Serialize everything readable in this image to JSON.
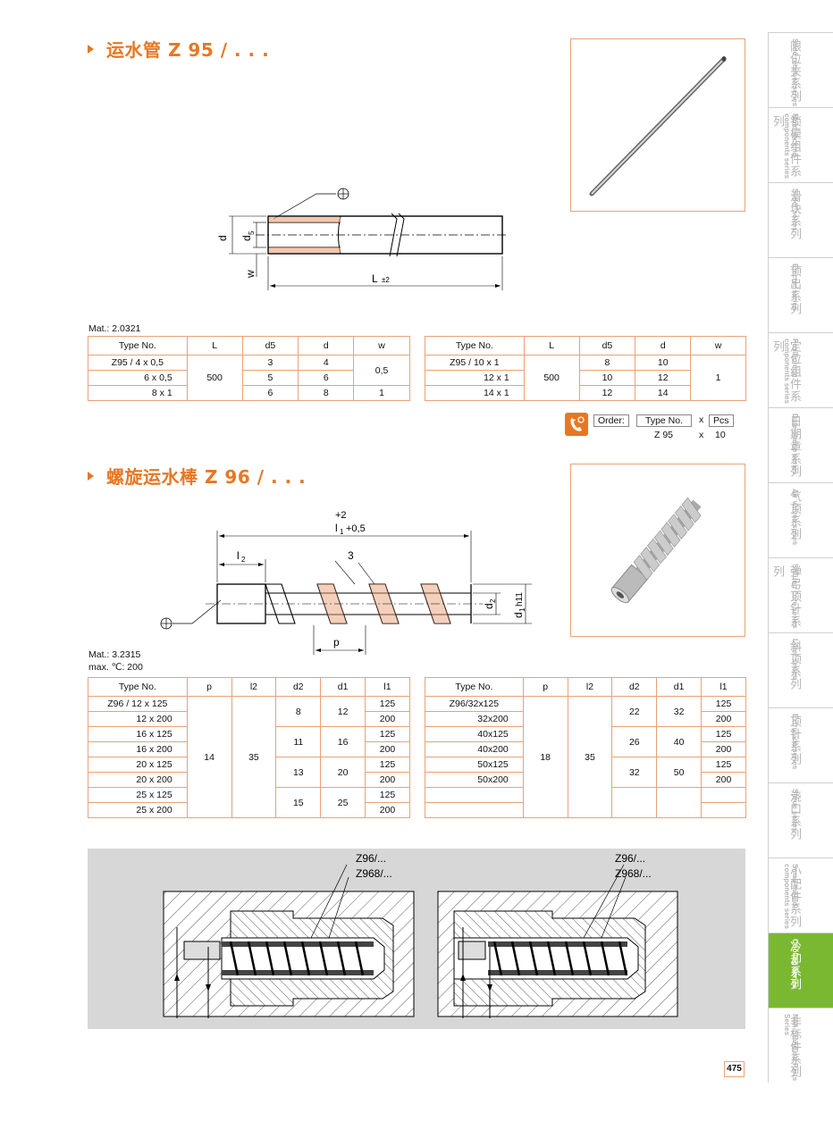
{
  "section1": {
    "title": "运水管 Z 95 / . . .",
    "material": "Mat.: 2.0321"
  },
  "drawing1": {
    "d": "d",
    "d5": "d",
    "d5_sub": "5",
    "w": "w",
    "L": "L",
    "L_tol": "±2"
  },
  "table1_left": {
    "headers": [
      "Type No.",
      "L",
      "d5",
      "d",
      "w"
    ],
    "rows": [
      {
        "type": "Z95 / 4 x 0,5",
        "d5": "3",
        "d": "4"
      },
      {
        "type": "6 x 0,5",
        "d5": "5",
        "d": "6"
      },
      {
        "type": "8 x  1",
        "d5": "6",
        "d": "8",
        "w": "1"
      }
    ],
    "L": "500",
    "w_merged": "0,5"
  },
  "table1_right": {
    "headers": [
      "Type No.",
      "L",
      "d5",
      "d",
      "w"
    ],
    "rows": [
      {
        "type": "Z95 / 10 x 1",
        "d5": "8",
        "d": "10"
      },
      {
        "type": "12 x 1",
        "d5": "10",
        "d": "12"
      },
      {
        "type": "14 x 1",
        "d5": "12",
        "d": "14"
      }
    ],
    "L": "500",
    "w": "1"
  },
  "order": {
    "label": "Order:",
    "type_header": "Type No.",
    "x1": "x",
    "pcs_header": "Pcs",
    "type_value": "Z 95",
    "x2": "x",
    "pcs_value": "10"
  },
  "section2": {
    "title": "螺旋运水棒 Z 96 / . . .",
    "material": "Mat.: 3.2315",
    "max_temp": "max. ℃: 200"
  },
  "drawing2": {
    "tol_plus": "+2",
    "l1": "l",
    "l1_sub": "1",
    "l1_tol": "+0,5",
    "l2": "l",
    "l2_sub": "2",
    "three": "3",
    "p": "p",
    "d2": "d",
    "d2_sub": "2",
    "d1": "d",
    "d1_sub": "1",
    "d1_tol": "h11"
  },
  "table2_left": {
    "headers": [
      "Type No.",
      "p",
      "l2",
      "d2",
      "d1",
      "l1"
    ],
    "types": [
      "Z96 / 12 x 125",
      "12 x 200",
      "16 x 125",
      "16 x 200",
      "20 x 125",
      "20 x 200",
      "25 x 125",
      "25 x 200"
    ],
    "p": "14",
    "l2": "35",
    "d2": [
      "8",
      "11",
      "13",
      "15"
    ],
    "d1": [
      "12",
      "16",
      "20",
      "25"
    ],
    "l1": [
      "125",
      "200",
      "125",
      "200",
      "125",
      "200",
      "125",
      "200"
    ]
  },
  "table2_right": {
    "headers": [
      "Type No.",
      "p",
      "l2",
      "d2",
      "d1",
      "l1"
    ],
    "types": [
      "Z96/32x125",
      "32x200",
      "40x125",
      "40x200",
      "50x125",
      "50x200",
      "",
      ""
    ],
    "p": "18",
    "l2": "35",
    "d2": [
      "22",
      "26",
      "32"
    ],
    "d1": [
      "32",
      "40",
      "50"
    ],
    "l1": [
      "125",
      "200",
      "125",
      "200",
      "125",
      "200",
      "",
      ""
    ]
  },
  "assembly": {
    "left": {
      "label1": "Z96/...",
      "label2": "Z968/..."
    },
    "right": {
      "label1": "Z96/...",
      "label2": "Z968/..."
    }
  },
  "sidebar": {
    "items": [
      {
        "zh": "限位夹系列",
        "en": "Slide retainer series"
      },
      {
        "zh": "锁模组件系列",
        "en": "Mold locking components series"
      },
      {
        "zh": "滑块系列",
        "en": "Slider series"
      },
      {
        "zh": "顶出系列",
        "en": "Ejector series"
      },
      {
        "zh": "定位组件系列",
        "en": "Positioning components series"
      },
      {
        "zh": "日期章系列",
        "en": "Date stamp series"
      },
      {
        "zh": "气顶系列",
        "en": "Air valves series"
      },
      {
        "zh": "弹弓顶针系列",
        "en": "Sprung core series"
      },
      {
        "zh": "斜顶系列",
        "en": "Lifter series"
      },
      {
        "zh": "顶针系列",
        "en": "Extrusion series"
      },
      {
        "zh": "浇口系列",
        "en": "Sprue series"
      },
      {
        "zh": "小配件系列",
        "en": "Small mould components series"
      },
      {
        "zh": "冷却系列",
        "en": "Cooling Series"
      },
      {
        "zh": "非标件系列",
        "en": "Non-Standard Parts Series"
      }
    ],
    "active_index": 12,
    "active_color": "#7ab832"
  },
  "page_number": "475",
  "colors": {
    "accent": "#e87722",
    "table_border": "#e8a27a",
    "sidebar_active": "#7ab832"
  }
}
